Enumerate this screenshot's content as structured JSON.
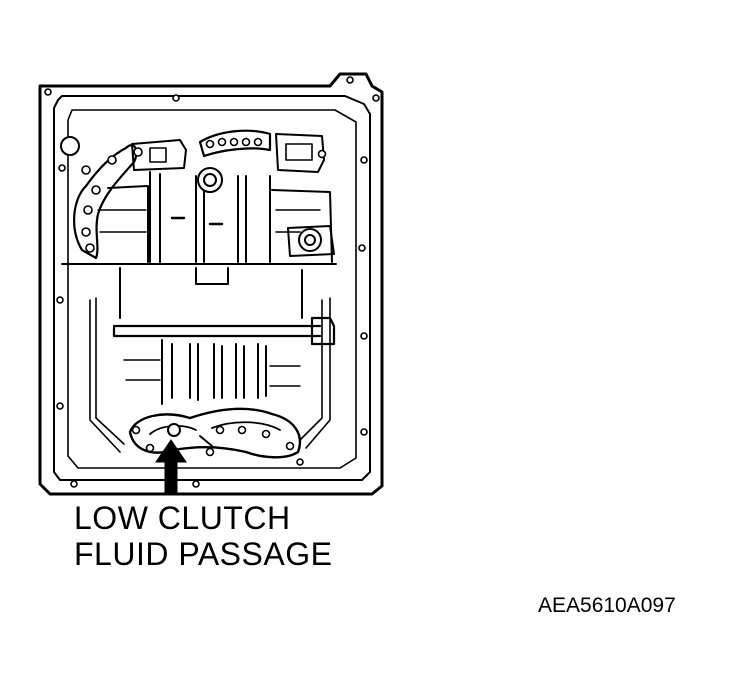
{
  "callout": {
    "line1": "LOW CLUTCH",
    "line2": "FLUID PASSAGE"
  },
  "figure_code": "AEA5610A097",
  "colors": {
    "ink": "#000000",
    "paper": "#ffffff"
  }
}
